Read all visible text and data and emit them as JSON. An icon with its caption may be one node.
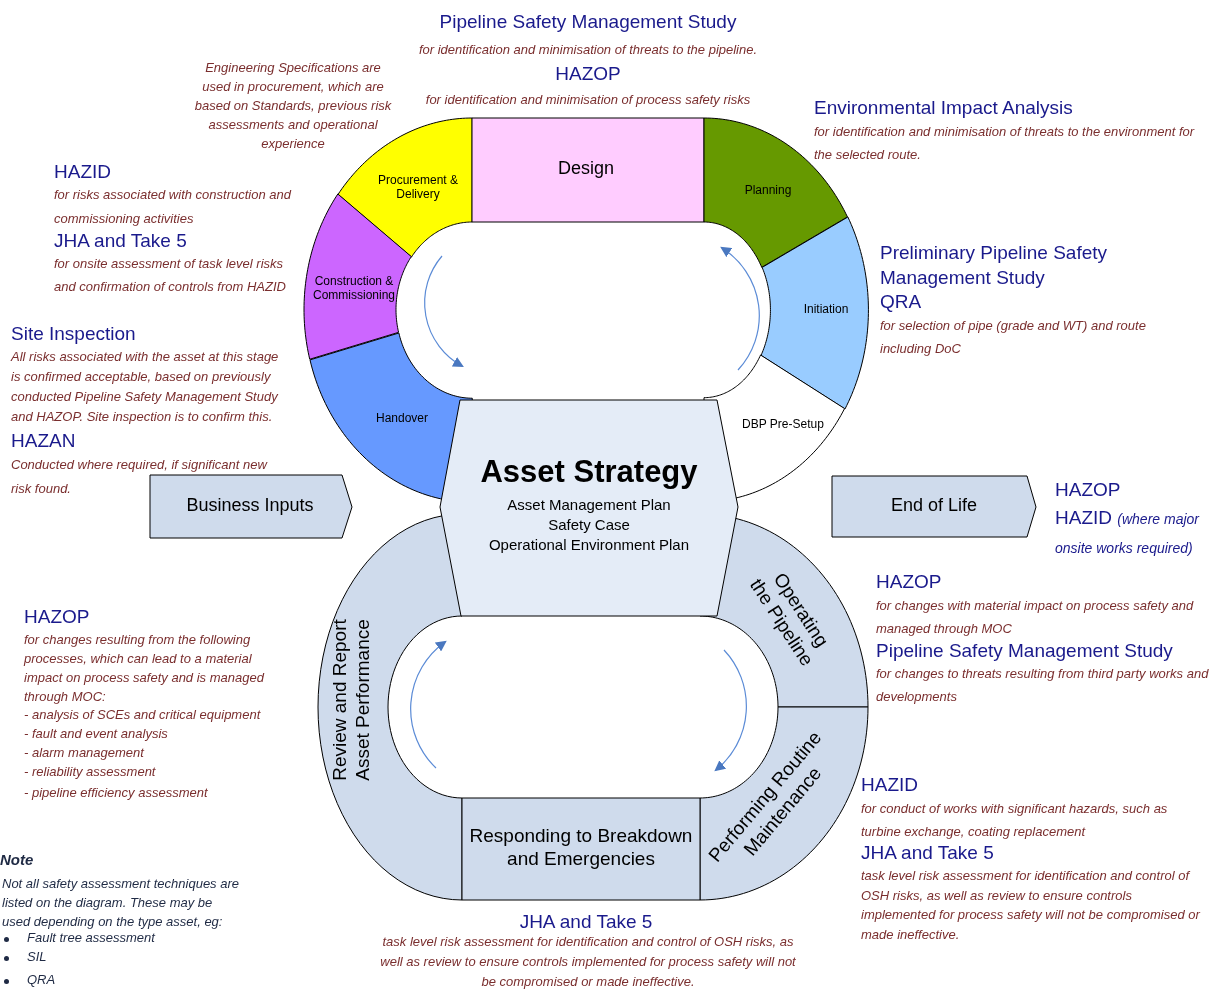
{
  "diagram": {
    "nodes": [
      {
        "text": [
          "Procurement & Delivery"
        ]
      },
      {
        "text": [
          "Design"
        ]
      },
      {
        "text": [
          "Planning"
        ]
      },
      {
        "text": [
          "Initiation"
        ]
      },
      {
        "text": [
          "DBP Pre-Setup"
        ]
      },
      {
        "text": [
          "Handover"
        ]
      },
      {
        "text": [
          "Construction & Commissioning"
        ]
      },
      {
        "text": [
          "Asset Strategy",
          "Asset Management Plan",
          "Safety Case",
          "Operational Environment Plan"
        ]
      },
      {
        "text": [
          "Business Inputs"
        ]
      },
      {
        "text": [
          "End of Life"
        ]
      },
      {
        "text": [
          "Review and Report Asset Performance"
        ]
      },
      {
        "text": [
          "Operating the Pipeline"
        ]
      },
      {
        "text": [
          "Performing Routine Maintenance"
        ]
      },
      {
        "text": [
          "Responding to Breakdown and Emergencies"
        ]
      }
    ],
    "labels": [
      "Pipeline Safety Management Study",
      "for identification and minimisation of threats to the pipeline.",
      "HAZOP",
      "for identification and minimisation of process safety risks",
      "Engineering Specifications are used in procurement, which are based on Standards, previous risk assessments and operational experience",
      "Environmental Impact Analysis",
      "for identification and minimisation of threats to the environment for the selected route.",
      "HAZID",
      "for risks associated with construction and commissioning activities",
      "JHA and Take 5",
      "for onsite assessment of task level risks and confirmation of controls from HAZID",
      "Preliminary Pipeline Safety Management Study",
      "QRA",
      "for selection of pipe (grade and WT) and route including DoC",
      "Site Inspection",
      "All risks associated with the asset at this stage is confirmed acceptable, based on previously conducted Pipeline Safety Management Study and HAZOP.  Site inspection is to confirm this.",
      "HAZAN",
      "Conducted where required, if significant new risk found.",
      "HAZOP",
      "HAZID *(where major onsite works required)*",
      "HAZOP",
      "for changes with material impact on process safety and managed through MOC",
      "Pipeline Safety Management Study",
      "for changes to threats resulting from third party works and developments",
      "HAZOP",
      "for changes resulting from the following processes, which can lead to a material impact on process safety and is managed through MOC:",
      "- analysis of SCEs and critical equipment",
      "- fault and event analysis",
      "- alarm management",
      "- reliability assessment",
      "- pipeline efficiency assessment",
      "HAZID",
      "for conduct of works with significant hazards, such as turbine exchange, coating replacement",
      "JHA and Take 5",
      "task level risk assessment for identification and control of OSH risks, as well as review to ensure controls implemented for process safety will not be compromised or made ineffective.",
      "Note",
      "Not all safety assessment techniques are listed on the diagram.  These may be used depending on the type asset, eg:",
      "Fault tree assessment",
      "SIL",
      "QRA",
      "JHA and Take 5",
      "task level risk assessment for identification and control of OSH risks, as well as review to ensure controls implemented for process safety will not be compromised or made ineffective."
    ]
  }
}
